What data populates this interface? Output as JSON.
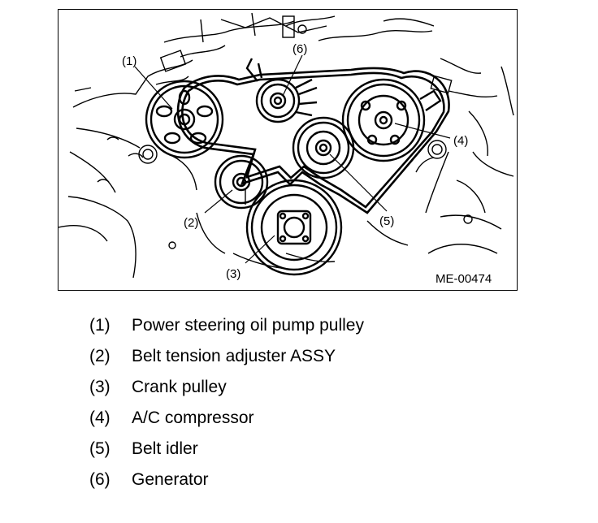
{
  "figure": {
    "code": "ME-00474",
    "callouts": [
      {
        "id": "1",
        "text": "(1)"
      },
      {
        "id": "2",
        "text": "(2)"
      },
      {
        "id": "3",
        "text": "(3)"
      },
      {
        "id": "4",
        "text": "(4)"
      },
      {
        "id": "5",
        "text": "(5)"
      },
      {
        "id": "6",
        "text": "(6)"
      }
    ]
  },
  "legend": [
    {
      "num": "(1)",
      "label": "Power steering oil pump pulley"
    },
    {
      "num": "(2)",
      "label": "Belt tension adjuster ASSY"
    },
    {
      "num": "(3)",
      "label": "Crank pulley"
    },
    {
      "num": "(4)",
      "label": "A/C compressor"
    },
    {
      "num": "(5)",
      "label": "Belt idler"
    },
    {
      "num": "(6)",
      "label": "Generator"
    }
  ]
}
